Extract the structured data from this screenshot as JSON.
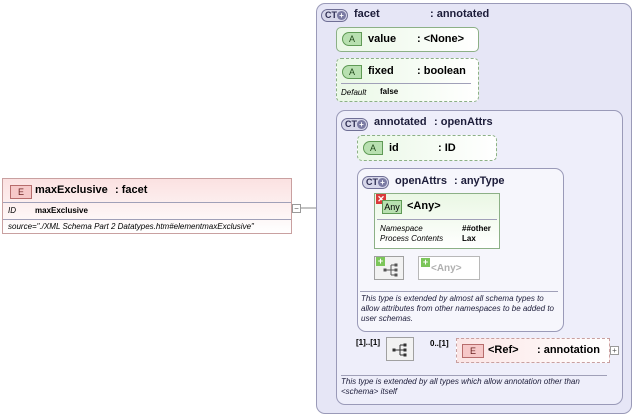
{
  "main_element": {
    "badge": "E",
    "name": "maxExclusive",
    "type": ": facet",
    "id_label": "ID",
    "id_value": "maxExclusive",
    "source": "source=\"./XML Schema Part 2 Datatypes.htm#elementmaxExclusive\""
  },
  "facet": {
    "badge": "CT",
    "name": "facet",
    "base": ": annotated",
    "attr_value": {
      "badge": "A",
      "name": "value",
      "type": ": <None>"
    },
    "attr_fixed": {
      "badge": "A",
      "name": "fixed",
      "type": ": boolean",
      "default_label": "Default",
      "default_value": "false"
    }
  },
  "annotated": {
    "badge": "CT",
    "name": "annotated",
    "base": ": openAttrs",
    "attr_id": {
      "badge": "A",
      "name": "id",
      "type": ": ID"
    },
    "sequence_cardinality": "[1]..[1]",
    "ref_cardinality": "0..[1]",
    "ref": {
      "badge": "E",
      "name": "<Ref>",
      "type": ": annotation"
    },
    "note": "This type is extended by all types which allow annotation other than <schema> itself"
  },
  "openAttrs": {
    "badge": "CT",
    "name": "openAttrs",
    "base": ": anyType",
    "any_attr": {
      "badge": "Any",
      "name": "<Any>",
      "namespace_label": "Namespace",
      "namespace_value": "##other",
      "process_label": "Process Contents",
      "process_value": "Lax"
    },
    "any_placeholder": "<Any>",
    "note": "This type is extended by almost all schema types to allow attributes from other namespaces to be added to user schemas."
  },
  "colors": {
    "ct_outer": "#e6e6f6",
    "attribute_green": "#b8e0b0",
    "element_red": "#f6c8c8"
  }
}
